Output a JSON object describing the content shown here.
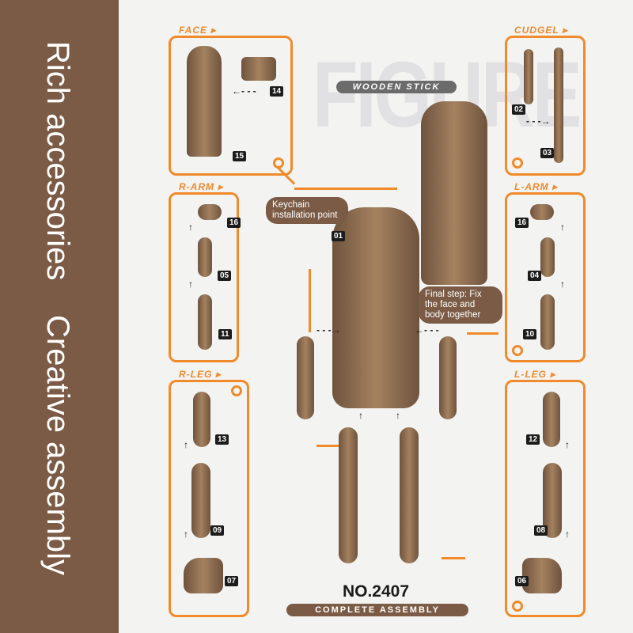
{
  "sidebar": {
    "line1": "Rich accessories",
    "line2": "Creative assembly"
  },
  "header": {
    "title": "FIGURE",
    "subtitle": "WOODEN STICK"
  },
  "panels": {
    "face": "FACE ▸",
    "cudgel": "CUDGEL ▸",
    "rarm": "R-ARM ▸",
    "larm": "L-ARM ▸",
    "rleg": "R-LEG ▸",
    "lleg": "L-LEG ▸"
  },
  "badges": {
    "b14": "14",
    "b15": "15",
    "b02": "02",
    "b03": "03",
    "b16r": "16",
    "b05": "05",
    "b11": "11",
    "b01": "01",
    "b16l": "16",
    "b04": "04",
    "b10": "10",
    "b13": "13",
    "b09": "09",
    "b07": "07",
    "b12": "12",
    "b08": "08",
    "b06": "06"
  },
  "callouts": {
    "keychain": "Keychain installation point",
    "final": "Final step: Fix the face and body together"
  },
  "footer": {
    "model": "NO.2407",
    "label": "COMPLETE ASSEMBLY"
  },
  "colors": {
    "accent": "#f08a2a",
    "brown": "#7b5b45"
  }
}
